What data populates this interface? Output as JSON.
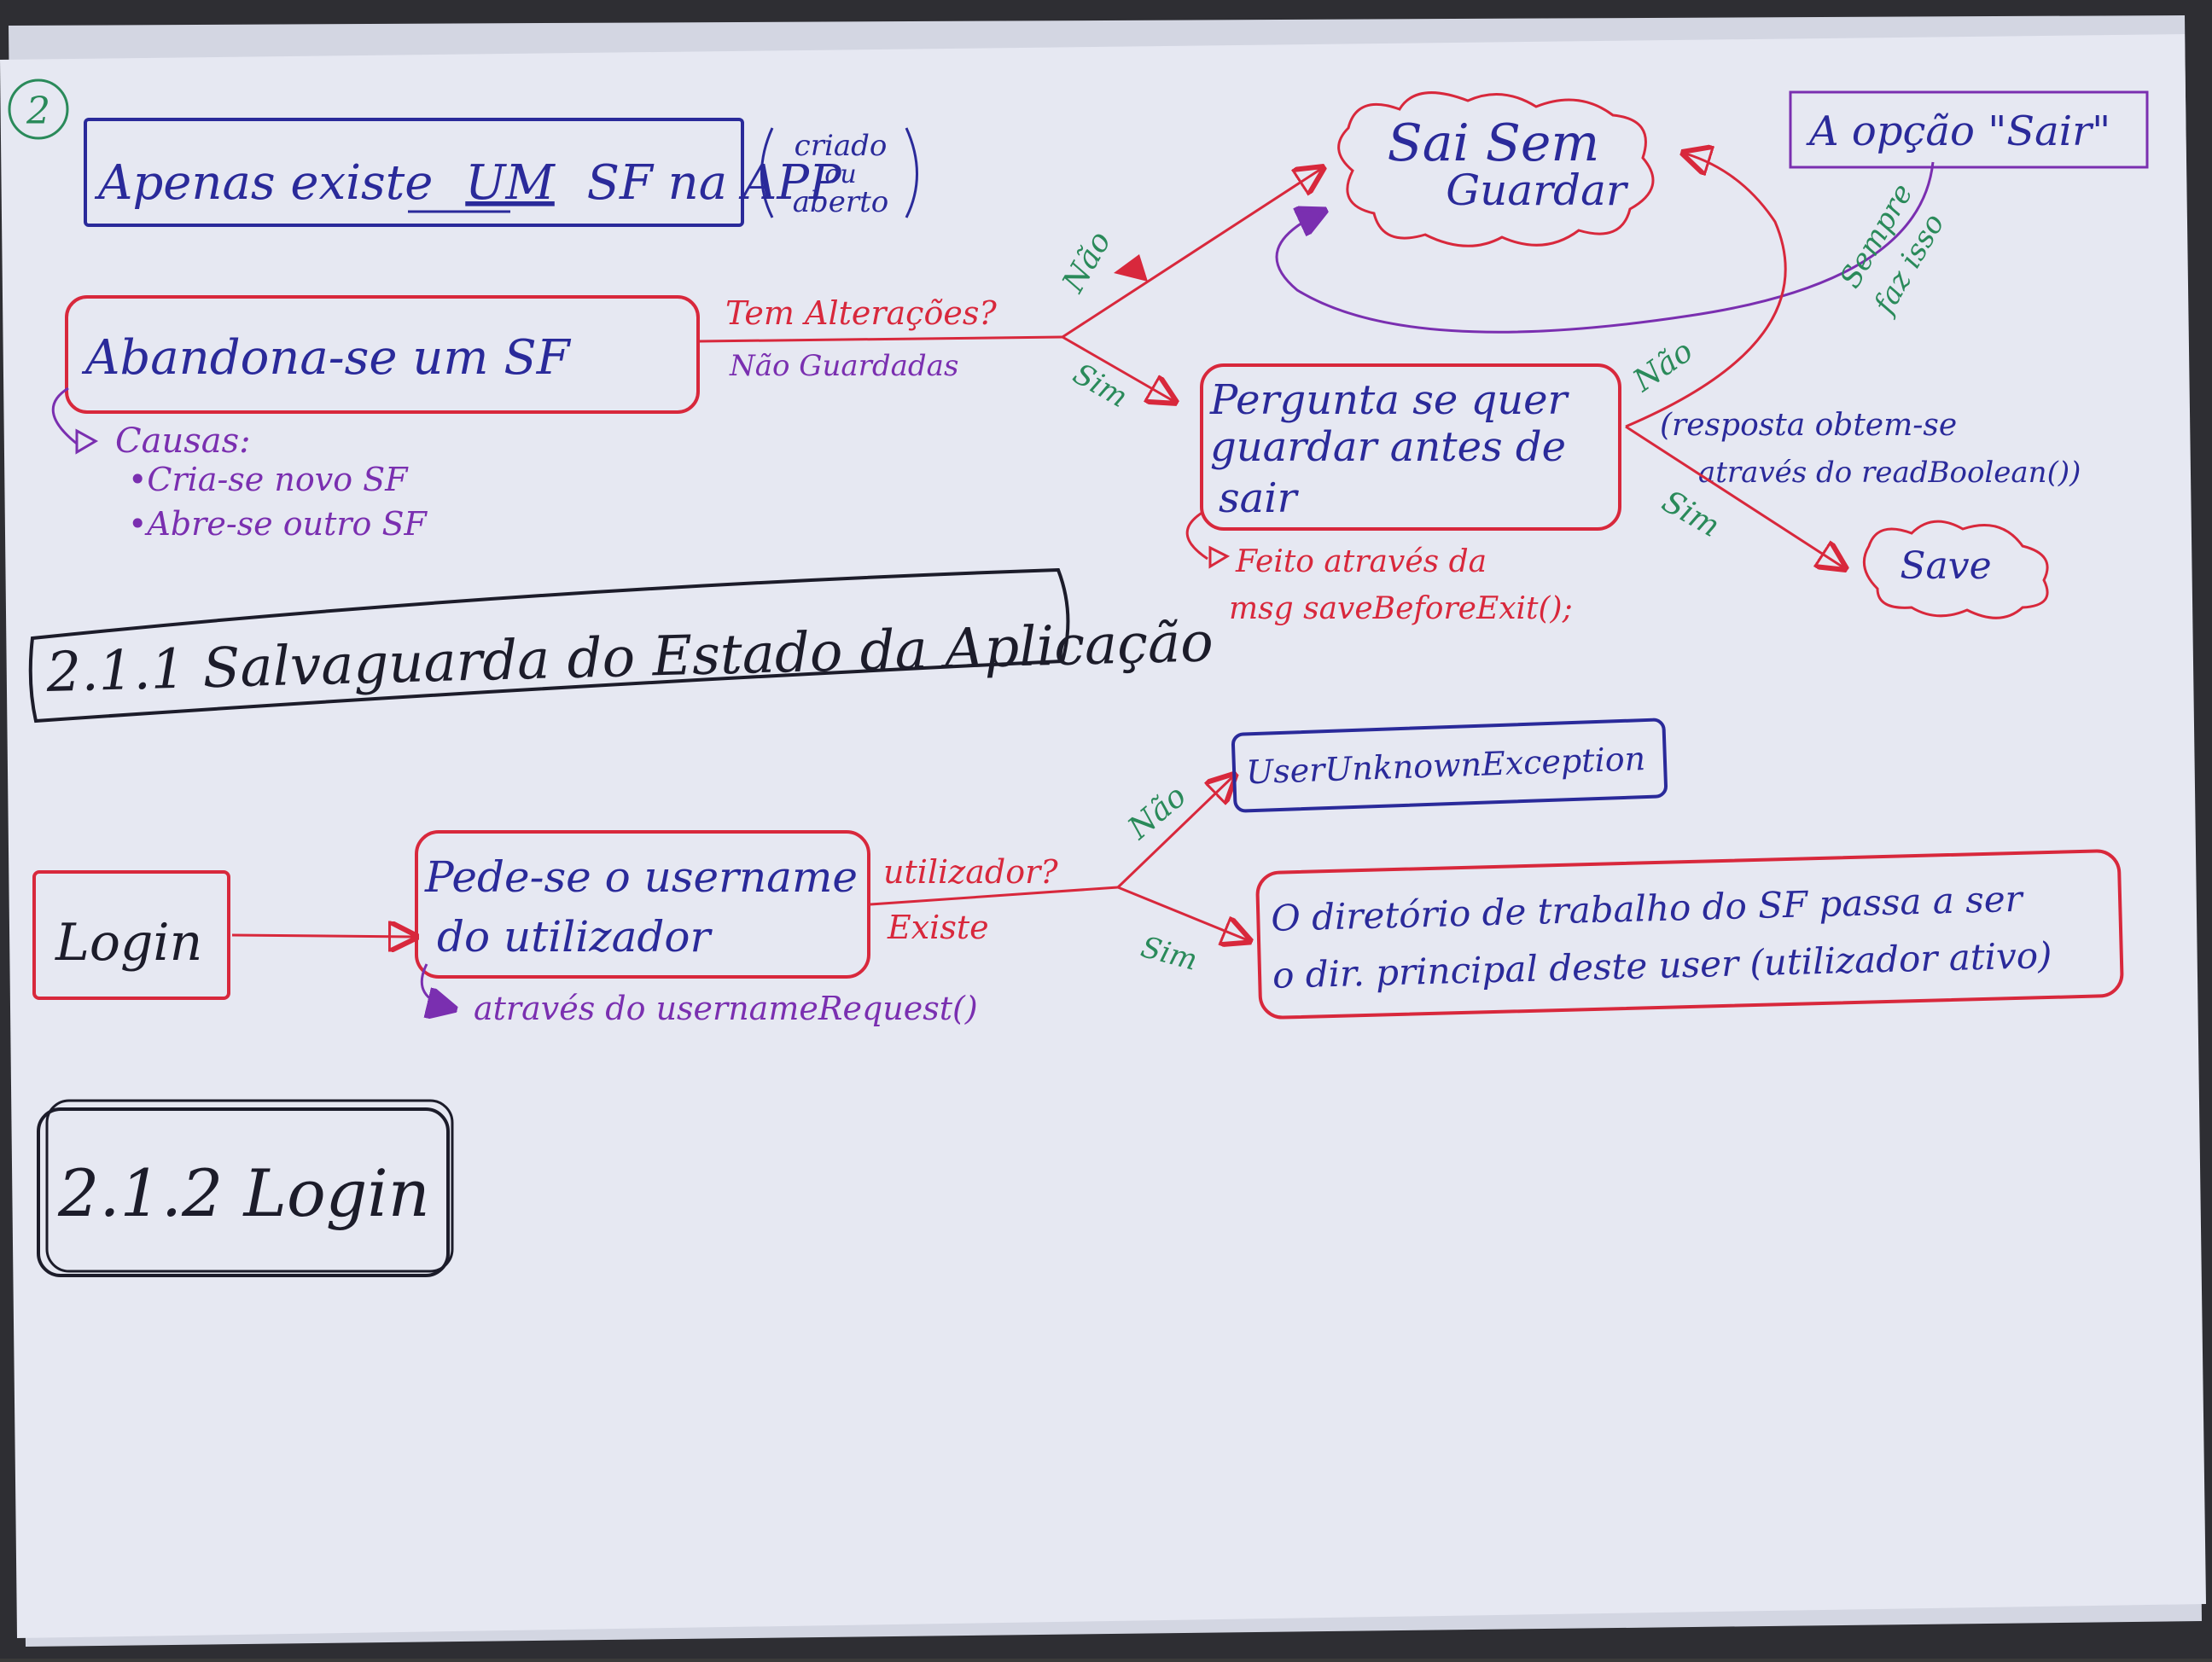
{
  "colors": {
    "red": "#d8283c",
    "blue": "#2a2a9a",
    "purple": "#7a2fb0",
    "green": "#2a8a5a",
    "black": "#1c1c2a",
    "paper": "#e6e8f2"
  },
  "page_number": "2",
  "sf_note": {
    "prefix": "Apenas existe",
    "emphasis": "UM",
    "suffix": "SF na APP",
    "aside_1": "criado",
    "aside_2": "ou",
    "aside_3": "aberto"
  },
  "abandon": {
    "box": "Abandona-se um SF",
    "causes_title": "Causas:",
    "cause_1": "•Cria-se novo SF",
    "cause_2": "•Abre-se outro SF",
    "question_1": "Tem Alterações?",
    "question_2": "Não Guardadas"
  },
  "branches": {
    "nao": "Não",
    "sim": "Sim",
    "sempre": "Sempre",
    "faz_isso": "faz isso"
  },
  "sai_cloud": {
    "line_1": "Sai Sem",
    "line_2": "Guardar"
  },
  "opcao_sair": "A opção \"Sair\"",
  "pergunta": {
    "line_1": "Pergunta se quer",
    "line_2": "guardar antes de",
    "line_3": "sair",
    "note_1": "Feito através da",
    "note_2": "msg saveBeforeExit();"
  },
  "resposta": {
    "line_1": "(resposta obtem-se",
    "line_2": "através do readBoolean())"
  },
  "save_cloud": "Save",
  "heading_1": "2.1.1 Salvaguarda do Estado da Aplicação",
  "login_section": {
    "login_box": "Login",
    "ask_1": "Pede-se o username",
    "ask_2": "do utilizador",
    "ask_note": "através do usernameRequest()",
    "exists_1": "utilizador?",
    "exists_2": "Existe",
    "exception": "UserUnknownException",
    "dir_1": "O diretório de trabalho do SF passa a ser",
    "dir_2": "o dir. principal deste user (utilizador ativo)"
  },
  "heading_2": "2.1.2 Login"
}
